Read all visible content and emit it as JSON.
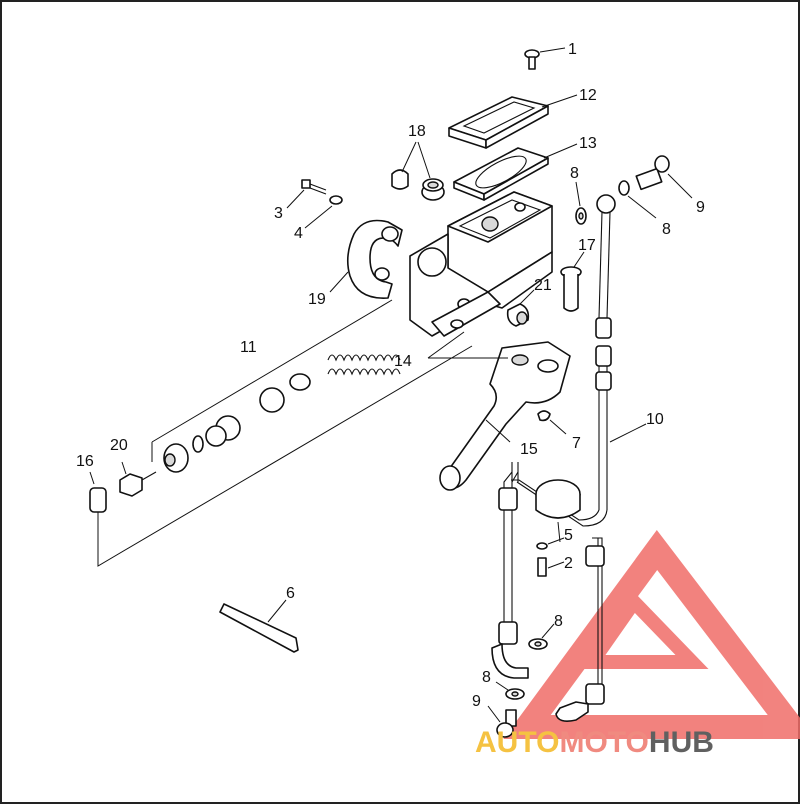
{
  "diagram": {
    "callouts": {
      "c1": "1",
      "c2": "2",
      "c3": "3",
      "c4": "4",
      "c5": "5",
      "c6": "6",
      "c7": "7",
      "c8a": "8",
      "c8b": "8",
      "c8c": "8",
      "c8d": "8",
      "c9a": "9",
      "c9b": "9",
      "c10": "10",
      "c11": "11",
      "c12": "12",
      "c13": "13",
      "c14": "14",
      "c15": "15",
      "c16": "16",
      "c17": "17",
      "c18": "18",
      "c19": "19",
      "c20": "20",
      "c21": "21"
    }
  },
  "watermark": {
    "part1": "AUTO",
    "part2": "MOTO",
    "part3": "HUB",
    "colors": {
      "auto": "#f5c242",
      "moto": "#f08a80",
      "hub": "#606060",
      "triangle": "#f06d68"
    }
  }
}
